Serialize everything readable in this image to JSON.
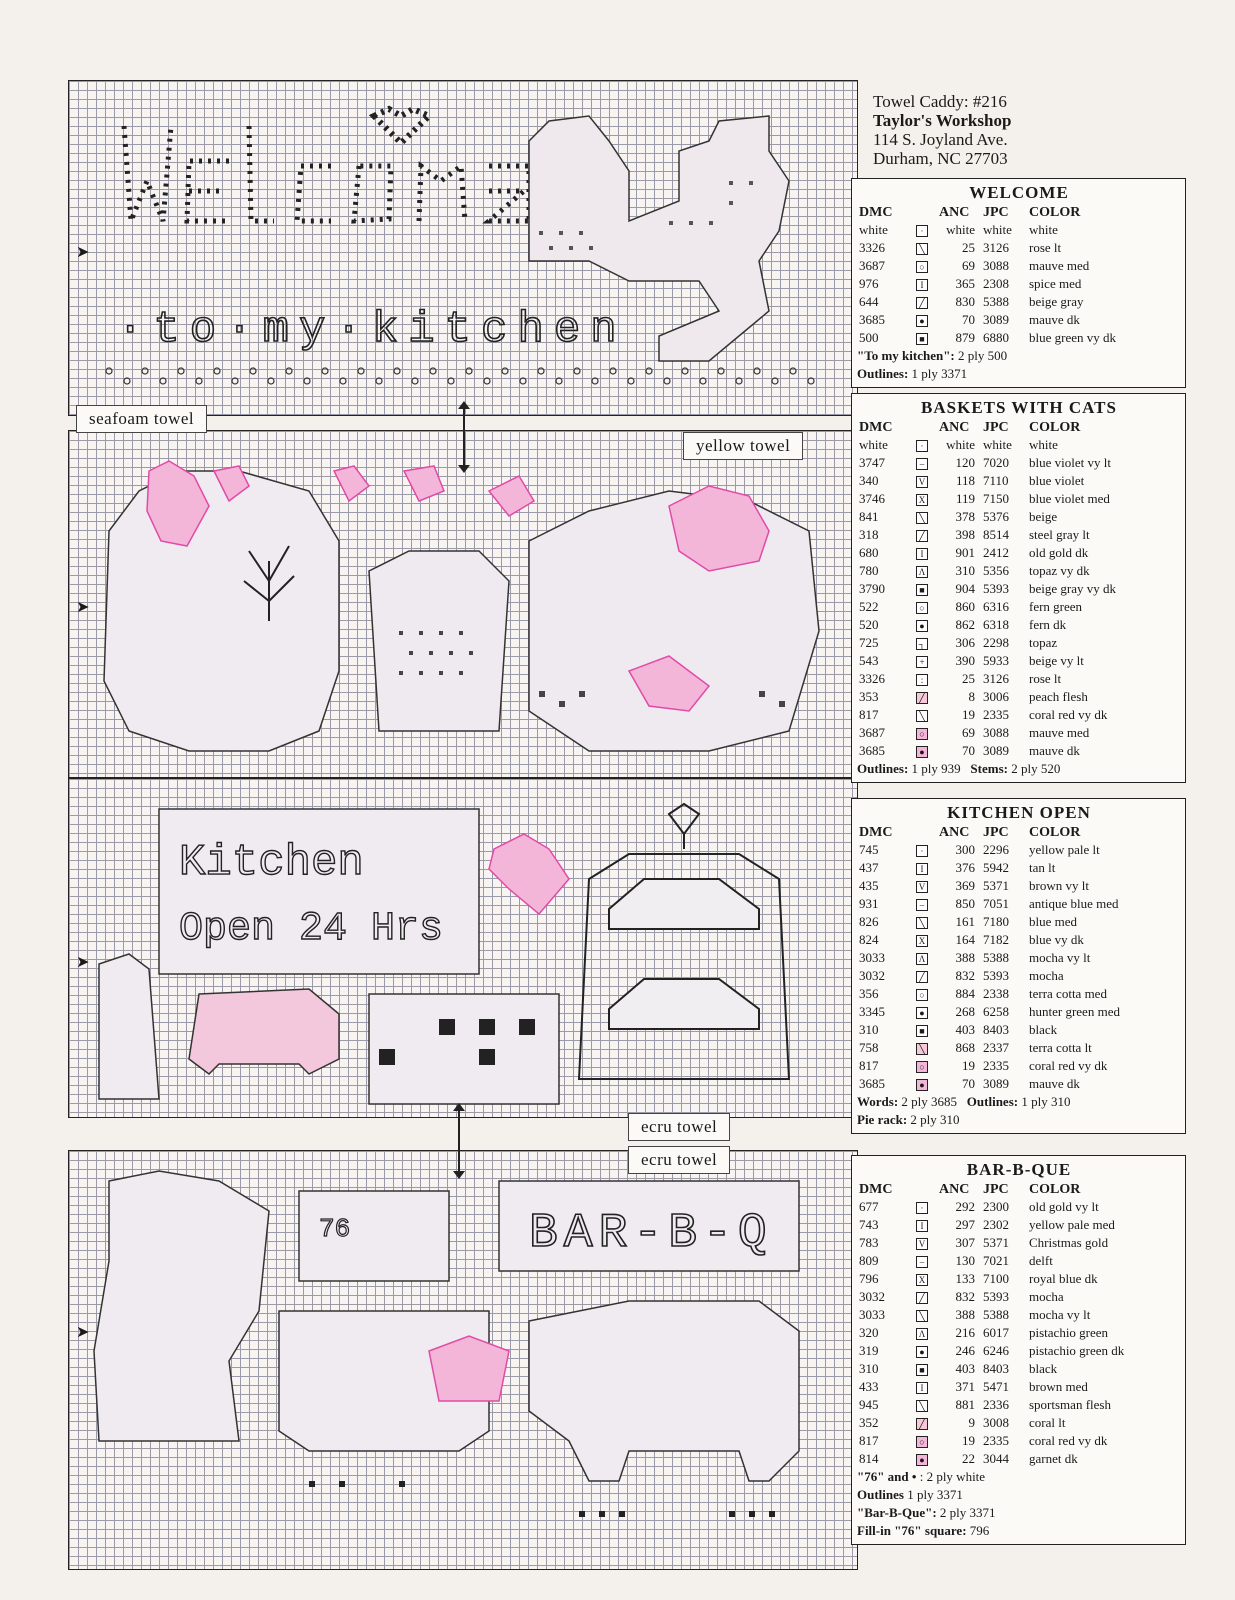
{
  "header": {
    "line1": "Towel Caddy: #216",
    "line2": "Taylor's Workshop",
    "line3": "114 S. Joyland Ave.",
    "line4": "Durham, NC 27703"
  },
  "towel_labels": {
    "seafoam": "seafoam towel",
    "yellow": "yellow towel",
    "ecru1": "ecru towel",
    "ecru2": "ecru towel"
  },
  "chart_text": {
    "welcome_word": "Welcome",
    "kitchen_line": "·to·my·kitchen",
    "kitchen_open_1": "Kitchen",
    "kitchen_open_2": "Open 24 Hrs",
    "bbq": "BAR-B-Q",
    "seventy_six": "76"
  },
  "keys": [
    {
      "title": "WELCOME",
      "columns": [
        "DMC",
        "ANC",
        "JPC",
        "COLOR"
      ],
      "rows": [
        {
          "dmc": "white",
          "sym": "·",
          "anc": "white",
          "jpc": "white",
          "color": "white",
          "fill": "#ffffff"
        },
        {
          "dmc": "3326",
          "sym": "╲",
          "anc": "25",
          "jpc": "3126",
          "color": "rose lt",
          "fill": "#ffffff"
        },
        {
          "dmc": "3687",
          "sym": "○",
          "anc": "69",
          "jpc": "3088",
          "color": "mauve med",
          "fill": "#ffffff"
        },
        {
          "dmc": "976",
          "sym": "I",
          "anc": "365",
          "jpc": "2308",
          "color": "spice med",
          "fill": "#ffffff"
        },
        {
          "dmc": "644",
          "sym": "╱",
          "anc": "830",
          "jpc": "5388",
          "color": "beige gray",
          "fill": "#ffffff"
        },
        {
          "dmc": "3685",
          "sym": "●",
          "anc": "70",
          "jpc": "3089",
          "color": "mauve dk",
          "fill": "#ffffff"
        },
        {
          "dmc": "500",
          "sym": "■",
          "anc": "879",
          "jpc": "6880",
          "color": "blue green vy dk",
          "fill": "#ffffff"
        }
      ],
      "notes": [
        {
          "bold": "\"To my kitchen\":",
          "text": " 2 ply 500"
        },
        {
          "bold": "Outlines:",
          "text": " 1 ply 3371"
        }
      ]
    },
    {
      "title": "BASKETS WITH CATS",
      "columns": [
        "DMC",
        "ANC",
        "JPC",
        "COLOR"
      ],
      "rows": [
        {
          "dmc": "white",
          "sym": "·",
          "anc": "white",
          "jpc": "white",
          "color": "white",
          "fill": "#ffffff"
        },
        {
          "dmc": "3747",
          "sym": "–",
          "anc": "120",
          "jpc": "7020",
          "color": "blue violet vy lt",
          "fill": "#ffffff"
        },
        {
          "dmc": "340",
          "sym": "V",
          "anc": "118",
          "jpc": "7110",
          "color": "blue violet",
          "fill": "#ffffff"
        },
        {
          "dmc": "3746",
          "sym": "X",
          "anc": "119",
          "jpc": "7150",
          "color": "blue violet med",
          "fill": "#ffffff"
        },
        {
          "dmc": "841",
          "sym": "╲",
          "anc": "378",
          "jpc": "5376",
          "color": "beige",
          "fill": "#ffffff"
        },
        {
          "dmc": "318",
          "sym": "╱",
          "anc": "398",
          "jpc": "8514",
          "color": "steel gray lt",
          "fill": "#ffffff"
        },
        {
          "dmc": "680",
          "sym": "I",
          "anc": "901",
          "jpc": "2412",
          "color": "old gold dk",
          "fill": "#ffffff"
        },
        {
          "dmc": "780",
          "sym": "Λ",
          "anc": "310",
          "jpc": "5356",
          "color": "topaz vy dk",
          "fill": "#ffffff"
        },
        {
          "dmc": "3790",
          "sym": "■",
          "anc": "904",
          "jpc": "5393",
          "color": "beige gray vy dk",
          "fill": "#ffffff"
        },
        {
          "dmc": "522",
          "sym": "○",
          "anc": "860",
          "jpc": "6316",
          "color": "fern green",
          "fill": "#ffffff"
        },
        {
          "dmc": "520",
          "sym": "●",
          "anc": "862",
          "jpc": "6318",
          "color": "fern dk",
          "fill": "#ffffff"
        },
        {
          "dmc": "725",
          "sym": "┐",
          "anc": "306",
          "jpc": "2298",
          "color": "topaz",
          "fill": "#ffffff"
        },
        {
          "dmc": "543",
          "sym": "+",
          "anc": "390",
          "jpc": "5933",
          "color": "beige vy lt",
          "fill": "#ffffff"
        },
        {
          "dmc": "3326",
          "sym": ":",
          "anc": "25",
          "jpc": "3126",
          "color": "rose lt",
          "fill": "#ffffff"
        },
        {
          "dmc": "353",
          "sym": "╱",
          "anc": "8",
          "jpc": "3006",
          "color": "peach flesh",
          "fill": "#f7c8d8"
        },
        {
          "dmc": "817",
          "sym": "╲",
          "anc": "19",
          "jpc": "2335",
          "color": "coral red vy dk",
          "fill": "#ffffff"
        },
        {
          "dmc": "3687",
          "sym": "○",
          "anc": "69",
          "jpc": "3088",
          "color": "mauve med",
          "fill": "#f3b6d8"
        },
        {
          "dmc": "3685",
          "sym": "●",
          "anc": "70",
          "jpc": "3089",
          "color": "mauve dk",
          "fill": "#f3b6d8"
        }
      ],
      "notes": [
        {
          "bold": "Outlines:",
          "text": " 1 ply 939",
          "bold2": "Stems:",
          "text2": " 2 ply 520"
        }
      ]
    },
    {
      "title": "KITCHEN OPEN",
      "columns": [
        "DMC",
        "ANC",
        "JPC",
        "COLOR"
      ],
      "rows": [
        {
          "dmc": "745",
          "sym": "·",
          "anc": "300",
          "jpc": "2296",
          "color": "yellow pale lt",
          "fill": "#ffffff"
        },
        {
          "dmc": "437",
          "sym": "I",
          "anc": "376",
          "jpc": "5942",
          "color": "tan lt",
          "fill": "#ffffff"
        },
        {
          "dmc": "435",
          "sym": "V",
          "anc": "369",
          "jpc": "5371",
          "color": "brown vy lt",
          "fill": "#ffffff"
        },
        {
          "dmc": "931",
          "sym": "–",
          "anc": "850",
          "jpc": "7051",
          "color": "antique blue med",
          "fill": "#ffffff"
        },
        {
          "dmc": "826",
          "sym": "╲",
          "anc": "161",
          "jpc": "7180",
          "color": "blue med",
          "fill": "#ffffff"
        },
        {
          "dmc": "824",
          "sym": "X",
          "anc": "164",
          "jpc": "7182",
          "color": "blue vy dk",
          "fill": "#ffffff"
        },
        {
          "dmc": "3033",
          "sym": "Λ",
          "anc": "388",
          "jpc": "5388",
          "color": "mocha vy lt",
          "fill": "#ffffff"
        },
        {
          "dmc": "3032",
          "sym": "╱",
          "anc": "832",
          "jpc": "5393",
          "color": "mocha",
          "fill": "#ffffff"
        },
        {
          "dmc": "356",
          "sym": "○",
          "anc": "884",
          "jpc": "2338",
          "color": "terra cotta med",
          "fill": "#ffffff"
        },
        {
          "dmc": "3345",
          "sym": "●",
          "anc": "268",
          "jpc": "6258",
          "color": "hunter green med",
          "fill": "#ffffff"
        },
        {
          "dmc": "310",
          "sym": "■",
          "anc": "403",
          "jpc": "8403",
          "color": "black",
          "fill": "#ffffff"
        },
        {
          "dmc": "758",
          "sym": "╲",
          "anc": "868",
          "jpc": "2337",
          "color": "terra cotta lt",
          "fill": "#f7c8d8"
        },
        {
          "dmc": "817",
          "sym": "○",
          "anc": "19",
          "jpc": "2335",
          "color": "coral red vy dk",
          "fill": "#f3b6d8"
        },
        {
          "dmc": "3685",
          "sym": "●",
          "anc": "70",
          "jpc": "3089",
          "color": "mauve dk",
          "fill": "#f3b6d8"
        }
      ],
      "notes": [
        {
          "bold": "Words:",
          "text": " 2  ply 3685",
          "bold2": "Outlines:",
          "text2": " 1 ply 310"
        },
        {
          "bold": "Pie rack:",
          "text": " 2 ply 310"
        }
      ]
    },
    {
      "title": "BAR-B-QUE",
      "columns": [
        "DMC",
        "ANC",
        "JPC",
        "COLOR"
      ],
      "rows": [
        {
          "dmc": "677",
          "sym": "·",
          "anc": "292",
          "jpc": "2300",
          "color": "old gold vy lt",
          "fill": "#ffffff"
        },
        {
          "dmc": "743",
          "sym": "I",
          "anc": "297",
          "jpc": "2302",
          "color": "yellow pale med",
          "fill": "#ffffff"
        },
        {
          "dmc": "783",
          "sym": "V",
          "anc": "307",
          "jpc": "5371",
          "color": "Christmas gold",
          "fill": "#ffffff"
        },
        {
          "dmc": "809",
          "sym": "–",
          "anc": "130",
          "jpc": "7021",
          "color": "delft",
          "fill": "#ffffff"
        },
        {
          "dmc": "796",
          "sym": "X",
          "anc": "133",
          "jpc": "7100",
          "color": "royal blue dk",
          "fill": "#ffffff"
        },
        {
          "dmc": "3032",
          "sym": "╱",
          "anc": "832",
          "jpc": "5393",
          "color": "mocha",
          "fill": "#ffffff"
        },
        {
          "dmc": "3033",
          "sym": "╲",
          "anc": "388",
          "jpc": "5388",
          "color": "mocha vy lt",
          "fill": "#ffffff"
        },
        {
          "dmc": "320",
          "sym": "Λ",
          "anc": "216",
          "jpc": "6017",
          "color": "pistachio green",
          "fill": "#ffffff"
        },
        {
          "dmc": "319",
          "sym": "●",
          "anc": "246",
          "jpc": "6246",
          "color": "pistachio green dk",
          "fill": "#ffffff"
        },
        {
          "dmc": "310",
          "sym": "■",
          "anc": "403",
          "jpc": "8403",
          "color": "black",
          "fill": "#ffffff"
        },
        {
          "dmc": "433",
          "sym": "I",
          "anc": "371",
          "jpc": "5471",
          "color": "brown med",
          "fill": "#ffffff"
        },
        {
          "dmc": "945",
          "sym": "╲",
          "anc": "881",
          "jpc": "2336",
          "color": "sportsman flesh",
          "fill": "#ffffff"
        },
        {
          "dmc": "352",
          "sym": "╱",
          "anc": "9",
          "jpc": "3008",
          "color": "coral lt",
          "fill": "#f7c8d8"
        },
        {
          "dmc": "817",
          "sym": "○",
          "anc": "19",
          "jpc": "2335",
          "color": "coral red vy dk",
          "fill": "#f3b6d8"
        },
        {
          "dmc": "814",
          "sym": "●",
          "anc": "22",
          "jpc": "3044",
          "color": "garnet dk",
          "fill": "#f3b6d8"
        }
      ],
      "notes": [
        {
          "bold": "\"76\" and •",
          "text": " : 2 ply white"
        },
        {
          "bold": "Outlines",
          "text": " 1 ply 3371"
        },
        {
          "bold": "\"Bar-B-Que\":",
          "text": " 2 ply 3371"
        },
        {
          "bold": "Fill-in \"76\" square:",
          "text": " 796"
        }
      ]
    }
  ],
  "colors": {
    "pink_accent": "#e24aa8",
    "pink_fill": "#f3b6d8",
    "grid_line": "#9a9aa8",
    "ink": "#222222"
  }
}
